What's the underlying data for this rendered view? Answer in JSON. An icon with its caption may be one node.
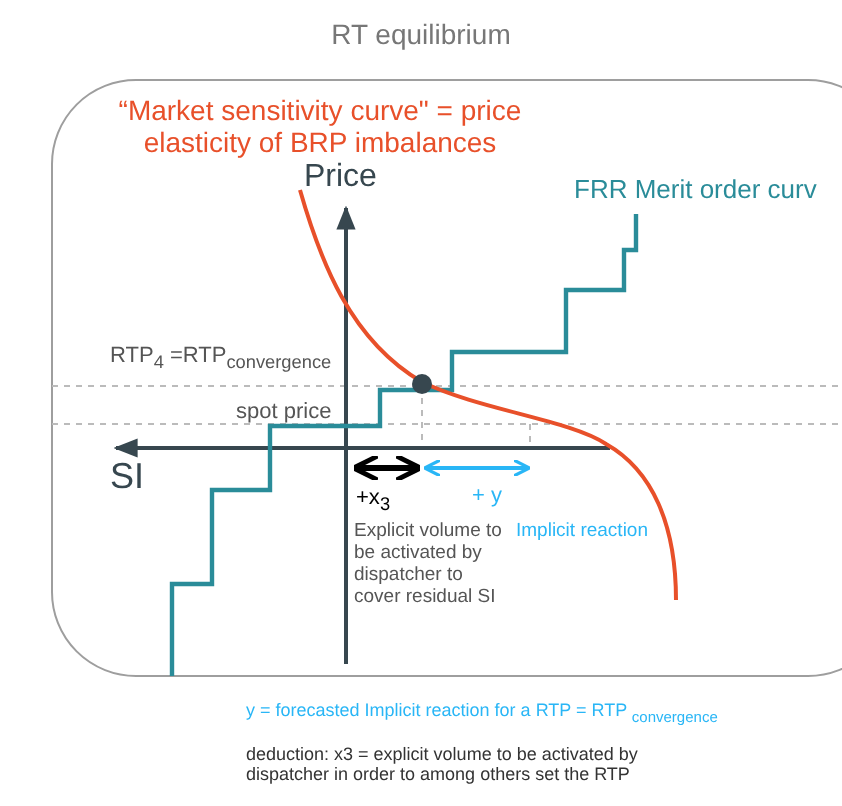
{
  "diagram": {
    "title": "RT equilibrium",
    "labels": [
      "“Market sensitivity curve\" = price elasticity of BRP imbalances",
      "Price",
      "FRR Merit order curv",
      "RTP$_{4}$ =RTP$_{convergence}$",
      "spot price",
      "SI",
      "+x$_{3}$",
      "+ y",
      "Explicit volume to be activated by dispatcher to cover residual SI",
      "Implicit reaction",
      "y = forecasted Implicit reaction for a RTP = RTP $_{convergence}$",
      "deduction: x3 = explicit volume to be activated by dispatcher in order to among others set the RTP"
    ]
  }
}
